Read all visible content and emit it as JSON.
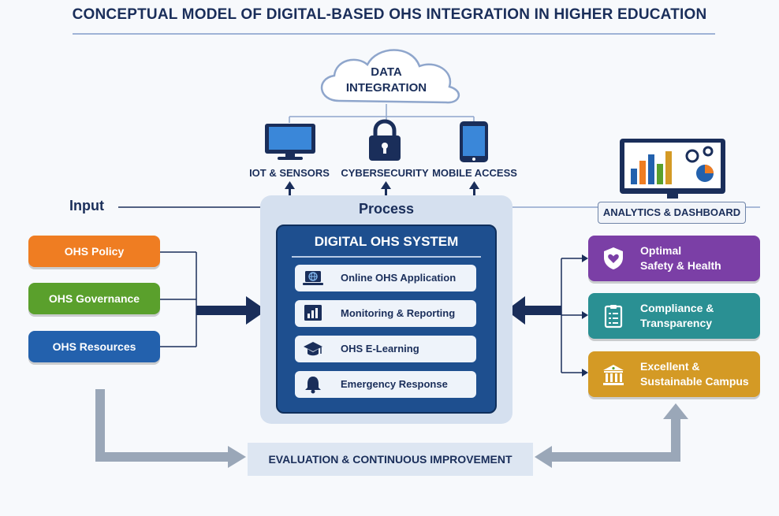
{
  "title": "CONCEPTUAL MODEL OF DIGITAL-BASED OHS INTEGRATION IN HIGHER EDUCATION",
  "cloud": {
    "line1": "DATA",
    "line2": "INTEGRATION"
  },
  "devices": [
    {
      "label": "IOT & SENSORS",
      "icon": "monitor-icon"
    },
    {
      "label": "CYBERSECURITY",
      "icon": "padlock-icon"
    },
    {
      "label": "MOBILE ACCESS",
      "icon": "smartphone-icon"
    }
  ],
  "input_label": "Input",
  "process_label": "Process",
  "inputs": [
    {
      "label": "OHS Policy",
      "color": "#ef7d22"
    },
    {
      "label": "OHS Governance",
      "color": "#5aa02c"
    },
    {
      "label": "OHS Resources",
      "color": "#2361ad"
    }
  ],
  "system": {
    "title": "DIGITAL OHS SYSTEM",
    "items": [
      {
        "label": "Online OHS Application",
        "icon": "laptop-globe-icon"
      },
      {
        "label": "Monitoring & Reporting",
        "icon": "bar-chart-icon"
      },
      {
        "label": "OHS E-Learning",
        "icon": "graduation-cap-icon"
      },
      {
        "label": "Emergency Response",
        "icon": "alarm-bell-icon"
      }
    ]
  },
  "analytics_label": "ANALYTICS & DASHBOARD",
  "outputs": [
    {
      "line1": "Optimal",
      "line2": "Safety & Health",
      "color": "#7b3fa6",
      "icon": "shield-heart-icon"
    },
    {
      "line1": "Compliance &",
      "line2": "Transparency",
      "color": "#2a9093",
      "icon": "clipboard-checklist-icon"
    },
    {
      "line1": "Excellent &",
      "line2": "Sustainable Campus",
      "color": "#d49a25",
      "icon": "campus-building-icon"
    }
  ],
  "evaluation_label": "EVALUATION & CONTINUOUS IMPROVEMENT",
  "colors": {
    "navy": "#1a2e5a",
    "system_blue": "#1e4f8f",
    "panel": "#d5e0ef",
    "arrow_gray": "#9aa7b8"
  }
}
